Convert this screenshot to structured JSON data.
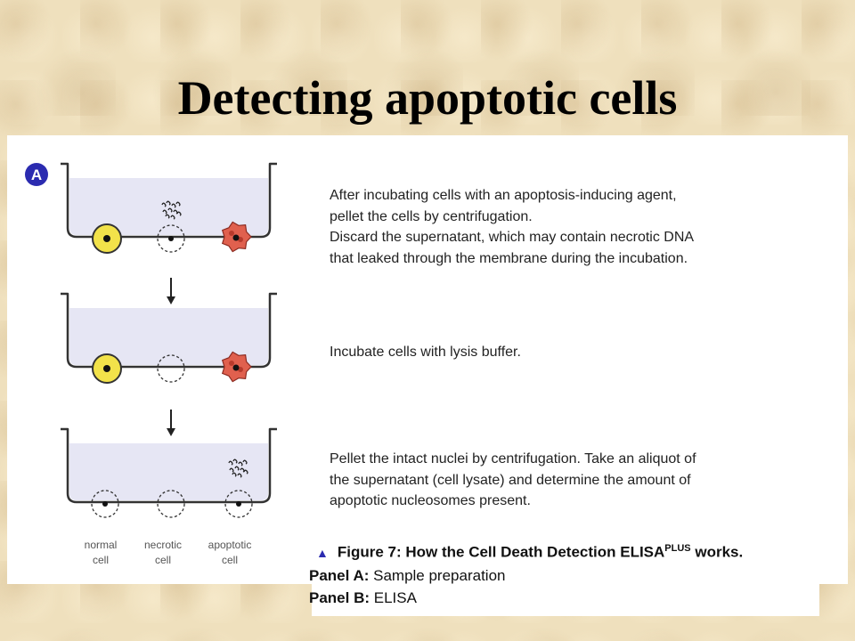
{
  "title": "Detecting apoptotic cells",
  "panel_letter": "A",
  "steps": [
    "After incubating cells with an apoptosis-inducing agent,\npellet the cells by centrifugation.\nDiscard the supernatant, which may contain necrotic DNA\nthat leaked through the membrane during the incubation.",
    "Incubate cells with lysis buffer.",
    "Pellet the intact nuclei by centrifugation. Take an aliquot of\nthe supernatant (cell lysate) and determine the amount of\napoptotic nucleosomes present."
  ],
  "cell_labels": [
    "normal\ncell",
    "necrotic\ncell",
    "apoptotic\ncell"
  ],
  "caption": {
    "title": "Figure 7: How the Cell Death Detection ELISA",
    "superscript": "PLUS",
    "title_end": " works.",
    "panel_a_label": "Panel A:",
    "panel_a_text": " Sample preparation",
    "panel_b_label": "Panel B:",
    "panel_b_text": " ELISA"
  },
  "colors": {
    "accent": "#2b2bb0",
    "liquid": "#e6e6f4",
    "normal_cell": "#f2e24a",
    "apoptotic_cell": "#e0604e"
  }
}
